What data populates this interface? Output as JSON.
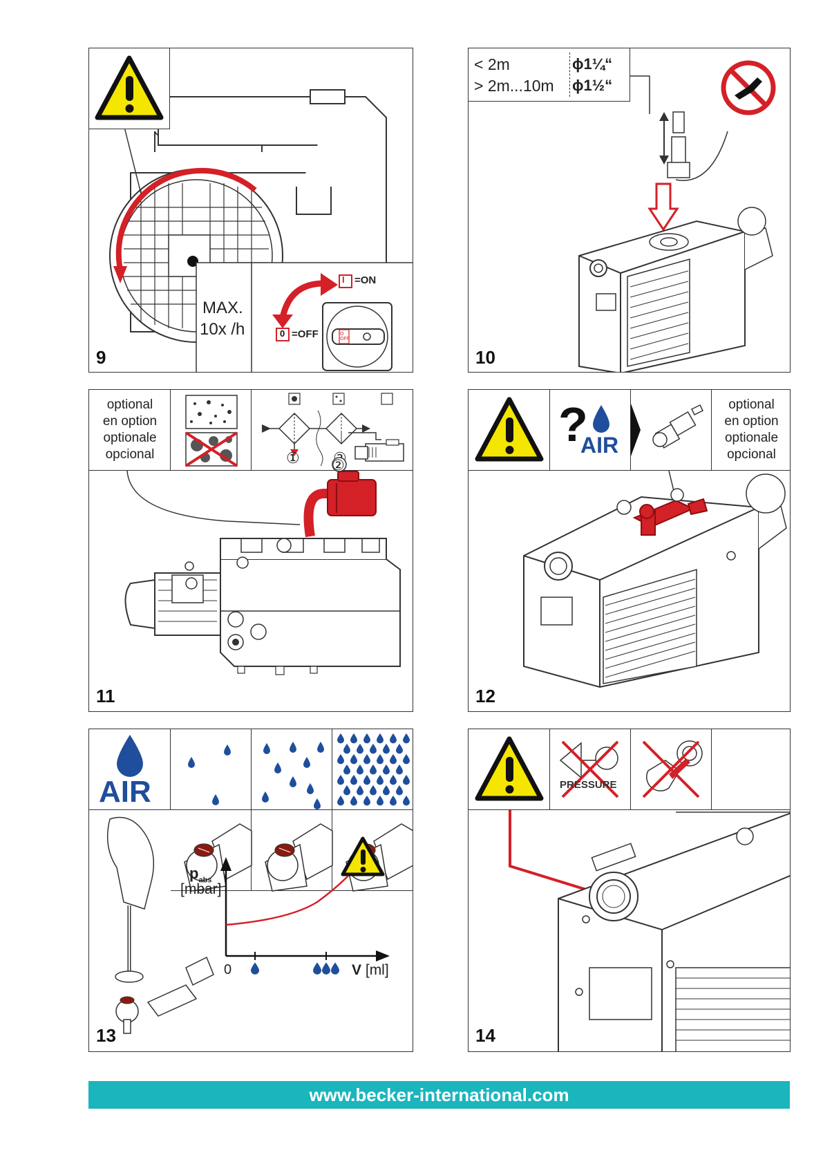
{
  "panels": {
    "p9": {
      "number": "9",
      "max_label": "MAX.",
      "rate_label": "10x /h",
      "on_key": "I",
      "on_label": "=ON",
      "off_key": "0",
      "off_label": "=OFF",
      "switch_mark": "O OFF"
    },
    "p10": {
      "number": "10",
      "row1_len": "< 2m",
      "row1_dia": "ϕ1¼“",
      "row2_len": "> 2m...10m",
      "row2_dia": "ϕ1½“"
    },
    "p11": {
      "number": "11",
      "optional_lines": [
        "optional",
        "en option",
        "optionale",
        "opcional"
      ],
      "circle1": "①",
      "circle2": "②",
      "callout": "②"
    },
    "p12": {
      "number": "12",
      "question": "?",
      "air": "AIR",
      "optional_lines": [
        "optional",
        "en option",
        "optionale",
        "opcional"
      ]
    },
    "p13": {
      "number": "13",
      "air": "AIR",
      "y_label": "p",
      "y_sub": "abs",
      "y_unit": "[mbar]",
      "x_zero": "0",
      "x_label": "V",
      "x_unit": "[ml]"
    },
    "p14": {
      "number": "14",
      "pressure": "PRESSURE"
    }
  },
  "footer": {
    "url": "www.becker-international.com"
  },
  "colors": {
    "accent_red": "#d42027",
    "teal": "#1bb5bd",
    "warning_yellow": "#f5e600",
    "drop_blue": "#1f4e9c"
  }
}
